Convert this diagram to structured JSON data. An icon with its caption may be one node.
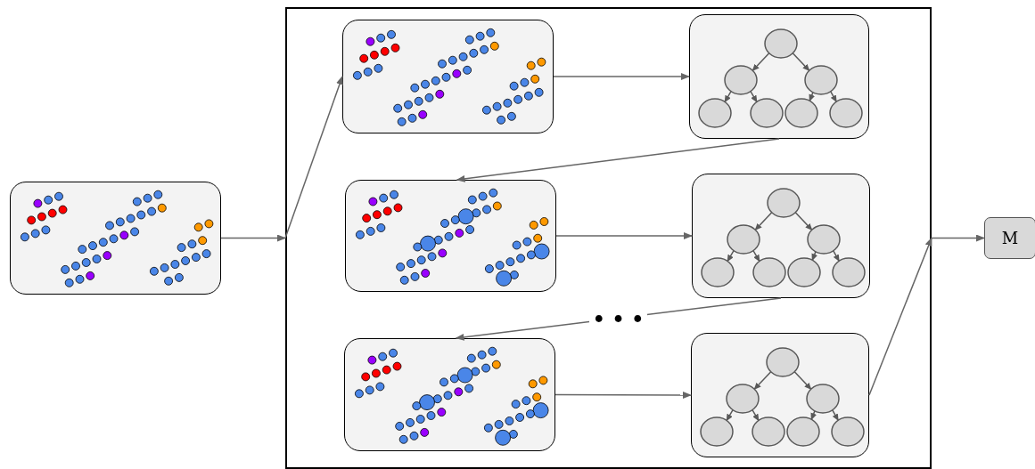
{
  "diagram": {
    "nodes": [
      {
        "text": [],
        "shape": "picture"
      },
      {
        "text": [],
        "shape": "box"
      },
      {
        "text": [],
        "shape": "picture",
        "in": 1
      },
      {
        "text": [],
        "shape": "picture",
        "in": 1
      },
      {
        "text": [],
        "shape": "picture",
        "in": 1
      },
      {
        "text": [],
        "shape": "picture",
        "in": 1
      },
      {
        "text": [],
        "shape": "picture",
        "in": 1
      },
      {
        "text": [],
        "shape": "picture",
        "in": 1
      },
      {
        "text": [
          "M"
        ]
      }
    ],
    "edges": [
      {
        "from": 0,
        "to": 1,
        "arrow": "to"
      },
      {
        "from": 1,
        "to": 2,
        "arrow": "to"
      },
      {
        "from": 2,
        "to": 3,
        "arrow": "to"
      },
      {
        "from": 3,
        "to": 4,
        "arrow": "to"
      },
      {
        "from": 4,
        "to": 5,
        "arrow": "to"
      },
      {
        "from": 5,
        "to": 6,
        "arrow": "to",
        "label": "• • •"
      },
      {
        "from": 6,
        "to": 7,
        "arrow": "to"
      },
      {
        "from": 7,
        "to": 1,
        "arrow": "to"
      },
      {
        "from": 1,
        "to": 8,
        "arrow": "to"
      }
    ]
  }
}
